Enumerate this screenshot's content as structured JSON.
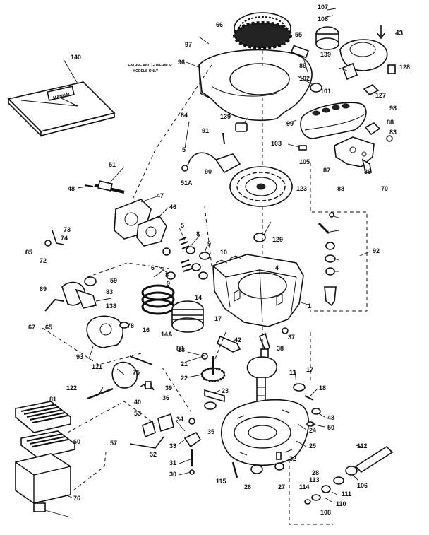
{
  "diagram": {
    "labels": [
      "107",
      "108",
      "43",
      "66",
      "97",
      "55",
      "139",
      "96",
      "89",
      "128",
      "140",
      "102",
      "101",
      "127",
      "139",
      "98",
      "99",
      "88",
      "84",
      "91",
      "83",
      "103",
      "105",
      "87",
      "86",
      "5",
      "90",
      "51A",
      "123",
      "70",
      "51",
      "48",
      "47",
      "46",
      "88",
      "85",
      "73",
      "74",
      "85",
      "72",
      "129",
      "5",
      "8",
      "9",
      "10",
      "92",
      "6",
      "4",
      "59",
      "69",
      "83",
      "138",
      "93",
      "8",
      "9",
      "16",
      "14",
      "14A",
      "1",
      "37",
      "67",
      "65",
      "78",
      "88",
      "17",
      "42",
      "38",
      "121",
      "75",
      "11",
      "18",
      "21",
      "22",
      "23",
      "17",
      "122",
      "18",
      "39",
      "40",
      "36",
      "35",
      "81",
      "53",
      "34",
      "48",
      "50",
      "24",
      "60",
      "57",
      "52",
      "33",
      "25",
      "112",
      "31",
      "30",
      "32",
      "76",
      "115",
      "26",
      "27",
      "28",
      "113",
      "114",
      "106",
      "111",
      "110",
      "108"
    ],
    "note_lines": [
      "ENGINE AND GOVERNOR",
      "MODELS ONLY"
    ],
    "manual_label": "MANUAL"
  },
  "colors": {
    "ink": "#111111",
    "paper": "#ffffff"
  }
}
